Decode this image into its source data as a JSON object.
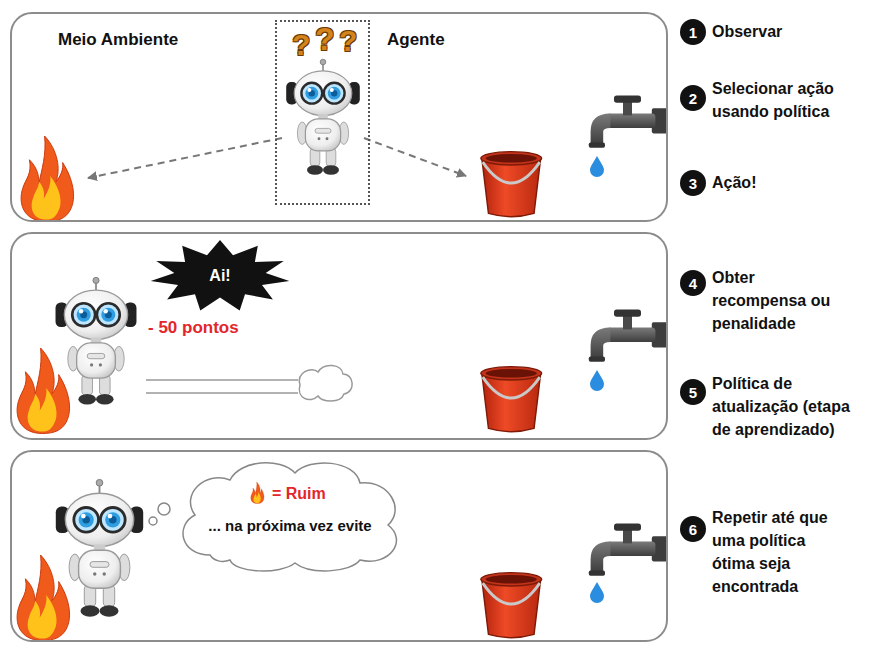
{
  "diagram": {
    "nodes": [
      {
        "text": [
          "Meio Ambiente"
        ]
      },
      {
        "text": [
          "Agente"
        ],
        "in": 0
      },
      {
        "text": [
          "- 50 pontos"
        ]
      },
      {
        "text": [
          "Ai!"
        ],
        "in": 2
      },
      {
        "text": []
      },
      {
        "text": [
          "= Ruim",
          "... na próxima vez evite"
        ],
        "in": 4
      },
      {
        "text": [
          "1",
          "Observar"
        ]
      },
      {
        "text": [
          "2",
          "Selecionar ação usando política"
        ]
      },
      {
        "text": [
          "3",
          "Ação!"
        ]
      },
      {
        "text": [
          "4",
          "Obter recompensa ou penalidade"
        ]
      },
      {
        "text": [
          "5",
          "Política de atualização (etapa de aprendizado)"
        ]
      },
      {
        "text": [
          "6",
          "Repetir até que uma política ótima seja encontrada"
        ]
      }
    ],
    "labels": [
      "?",
      "?",
      "?"
    ]
  }
}
